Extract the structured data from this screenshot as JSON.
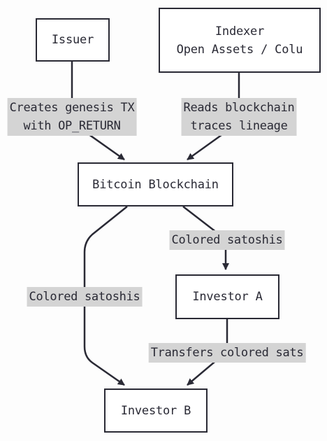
{
  "nodes": {
    "issuer": {
      "label": "Issuer"
    },
    "indexer": {
      "line1": "Indexer",
      "line2": "Open Assets / Colu"
    },
    "blockchain": {
      "label": "Bitcoin Blockchain"
    },
    "investor_a": {
      "label": "Investor A"
    },
    "investor_b": {
      "label": "Investor B"
    }
  },
  "edges": {
    "issuer_to_blockchain": {
      "line1": "Creates genesis TX",
      "line2": "with OP_RETURN"
    },
    "indexer_to_blockchain": {
      "line1": "Reads blockchain",
      "line2": "traces lineage"
    },
    "blockchain_to_investor_a": {
      "label": "Colored satoshis"
    },
    "blockchain_to_investor_b": {
      "label": "Colored satoshis"
    },
    "investor_a_to_investor_b": {
      "label": "Transfers colored sats"
    }
  },
  "colors": {
    "stroke": "#2a2a35",
    "label_background": "#d4d4d4",
    "node_fill": "#ffffff"
  }
}
